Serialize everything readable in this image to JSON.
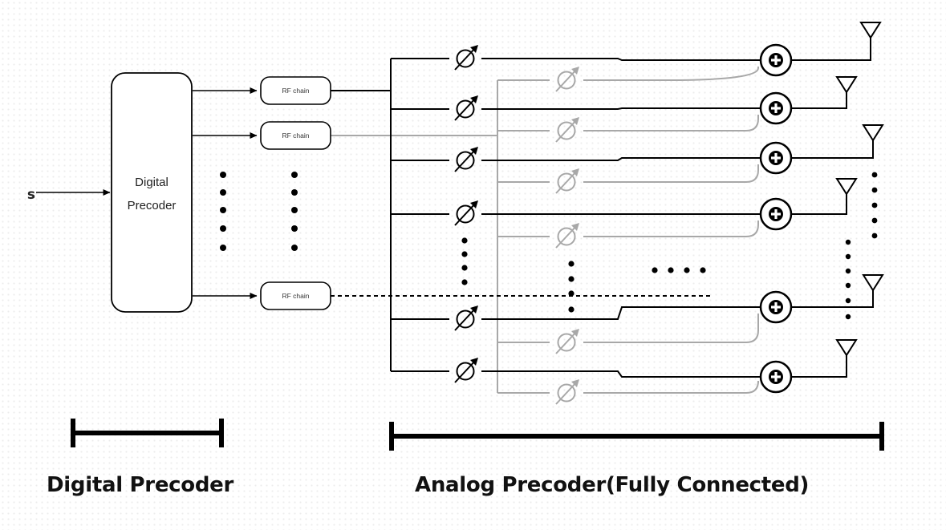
{
  "input_label": "s",
  "digital_precoder_block": {
    "line1": "Digital",
    "line2": "Precoder"
  },
  "rf_chain_label": "RF chain",
  "rf_chain_count_shown": 3,
  "captions": {
    "digital": "Digital Precoder",
    "analog": "Analog Precoder(Fully Connected)"
  },
  "colors": {
    "primary": "#000000",
    "secondary": "#a8a8a8",
    "background": "#ffffff"
  },
  "icons": [
    "phase-shifter-icon",
    "adder-icon",
    "antenna-icon",
    "ellipsis-dots"
  ]
}
